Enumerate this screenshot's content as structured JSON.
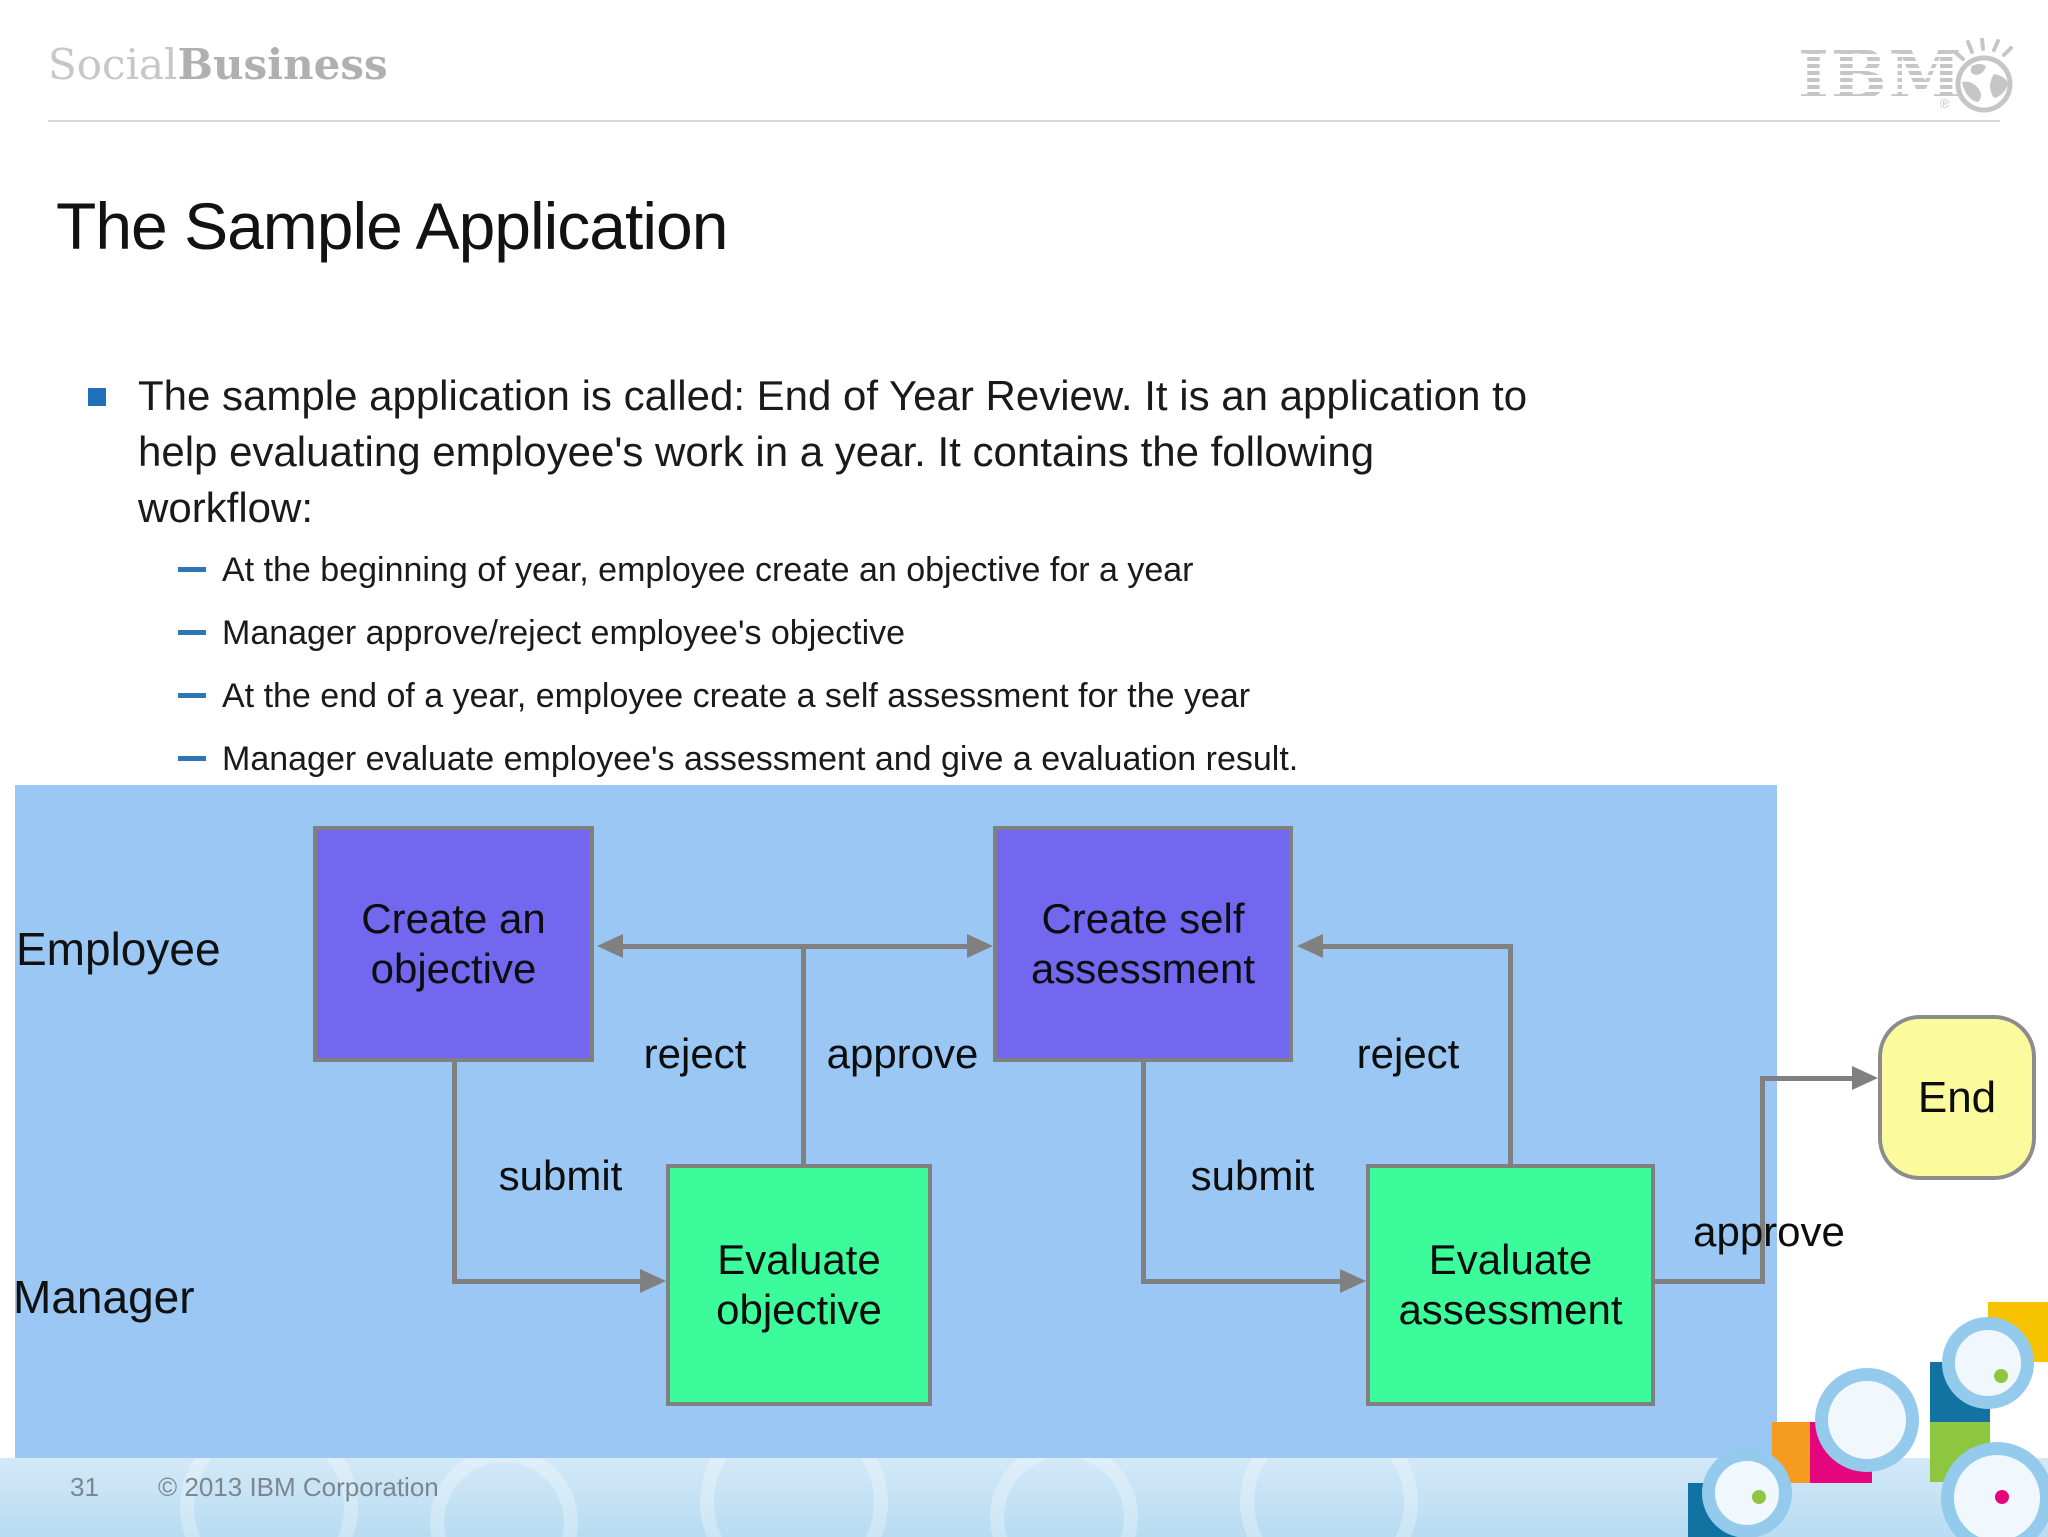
{
  "header": {
    "brand_light": "Social",
    "brand_bold": "Business",
    "ibm_logo_text": "IBM",
    "ibm_registered": "®"
  },
  "title": "The Sample Application",
  "content": {
    "bullet_lines": [
      "The sample application is called: End of Year Review. It is an application to",
      "help evaluating employee's work in a year. It contains the following",
      "workflow:"
    ],
    "sub_bullets": [
      "At the beginning of year, employee create an objective for a year",
      "Manager approve/reject employee's objective",
      "At the end of a year, employee create a self assessment for the year",
      "Manager evaluate employee's assessment and give a evaluation result."
    ]
  },
  "diagram": {
    "lanes": {
      "employee": "Employee",
      "manager": "Manager"
    },
    "nodes": {
      "create_objective": "Create an objective",
      "create_self_assessment": "Create self assessment",
      "evaluate_objective": "Evaluate objective",
      "evaluate_assessment": "Evaluate assessment",
      "end": "End"
    },
    "edge_labels": {
      "reject1": "reject",
      "approve1": "approve",
      "submit1": "submit",
      "reject2": "reject",
      "submit2": "submit",
      "approve2": "approve"
    },
    "colors": {
      "background": "#9AC7F3",
      "employee_task": "#7366EF",
      "manager_task": "#3CFB9A",
      "end_node": "#FBFB9E",
      "connector": "#808080",
      "bullet_marker": "#1F70B8"
    }
  },
  "footer": {
    "page_number": "31",
    "copyright": "© 2013 IBM Corporation"
  }
}
